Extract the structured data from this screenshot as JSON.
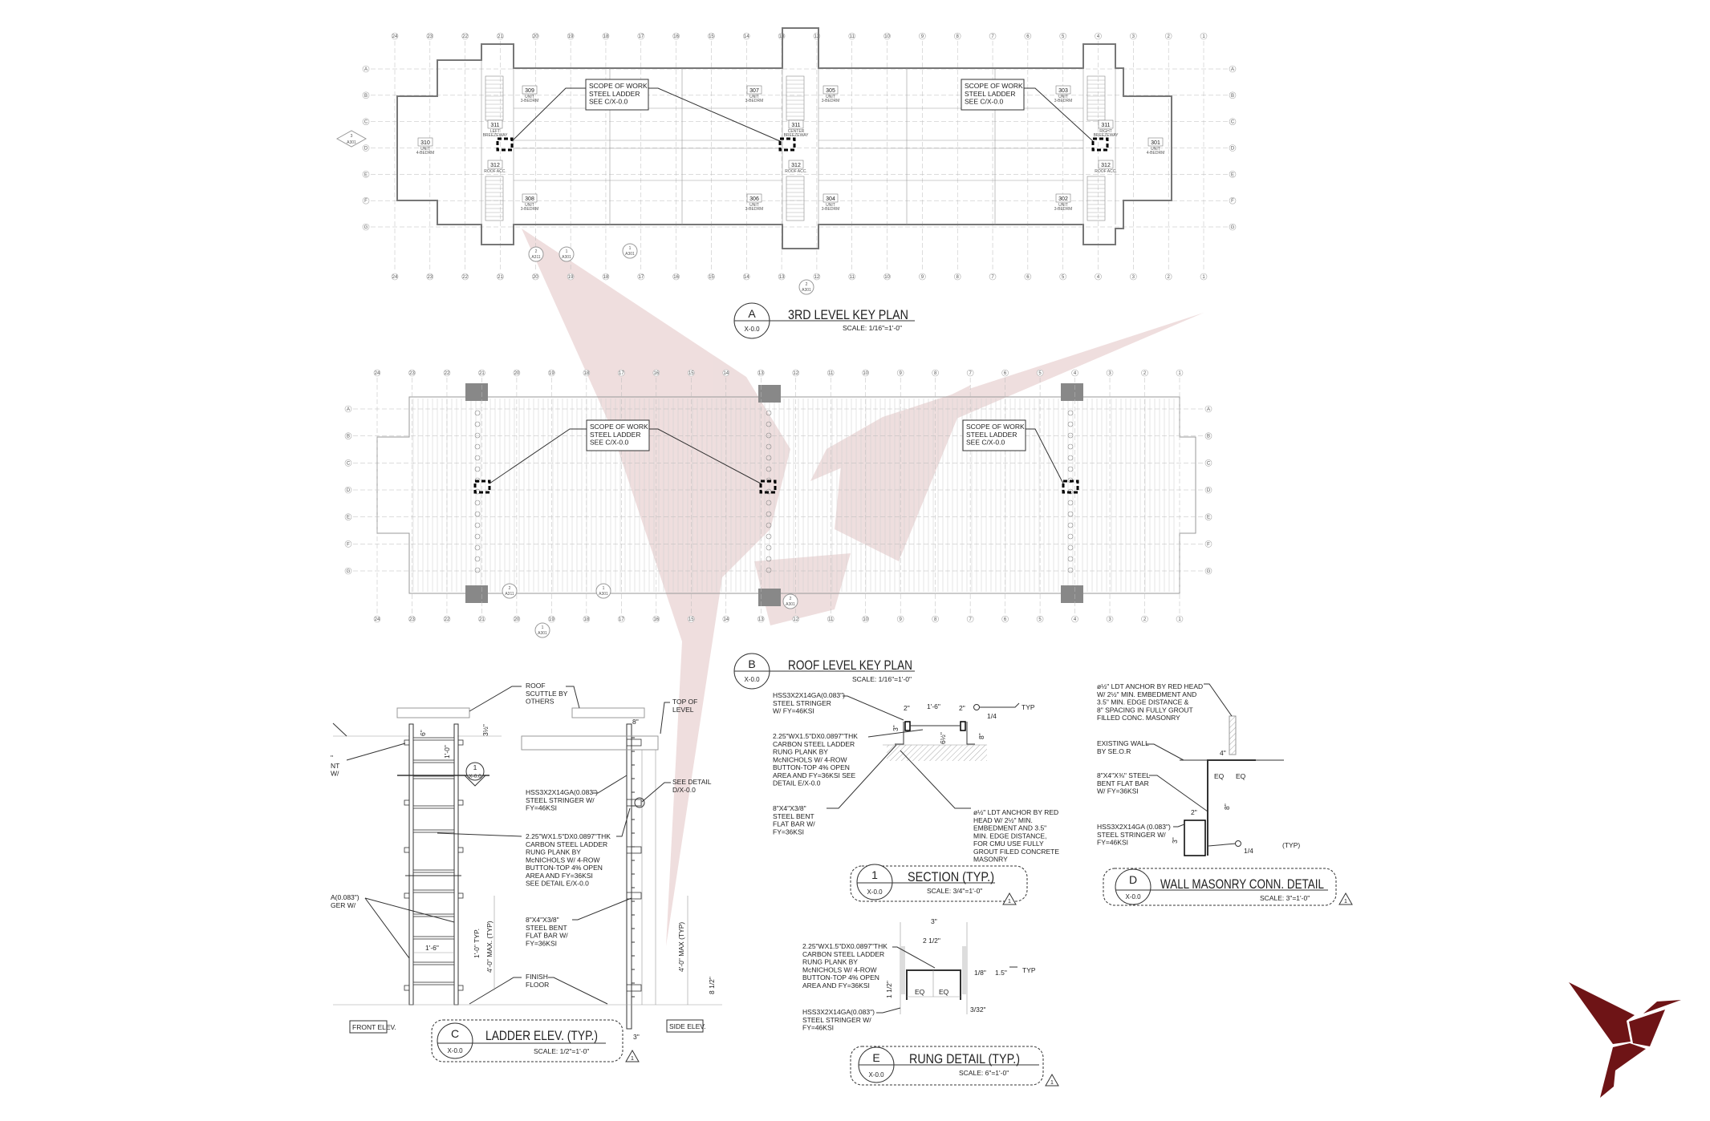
{
  "plan_a": {
    "bubble_letter": "A",
    "bubble_sheet": "X-0.0",
    "title": "3RD LEVEL KEY PLAN",
    "scale": "SCALE: 1/16\"=1'-0\"",
    "columns": [
      "24",
      "23",
      "22",
      "21",
      "20",
      "19",
      "18",
      "17",
      "16",
      "15",
      "14",
      "13",
      "12",
      "11",
      "10",
      "9",
      "8",
      "7",
      "6",
      "5",
      "4",
      "3",
      "2",
      "1"
    ],
    "rows": [
      "A",
      "B",
      "C",
      "D",
      "E",
      "F",
      "G"
    ],
    "scope_notes": [
      [
        "SCOPE OF WORK:",
        "STEEL LADDER",
        "SEE C/X-0.0"
      ],
      [
        "SCOPE OF WORK:",
        "STEEL LADDER",
        "SEE C/X-0.0"
      ]
    ],
    "rooms": [
      {
        "num": "310",
        "type": "UNIT",
        "sub": "4-BEDRM"
      },
      {
        "num": "309",
        "type": "UNIT",
        "sub": "3-BEDRM"
      },
      {
        "num": "308",
        "type": "UNIT",
        "sub": "3-BEDRM"
      },
      {
        "num": "307",
        "type": "UNIT",
        "sub": "3-BEDRM"
      },
      {
        "num": "306",
        "type": "UNIT",
        "sub": "3-BEDRM"
      },
      {
        "num": "305",
        "type": "UNIT",
        "sub": "3-BEDRM"
      },
      {
        "num": "304",
        "type": "UNIT",
        "sub": "3-BEDRM"
      },
      {
        "num": "303",
        "type": "UNIT",
        "sub": "3-BEDRM"
      },
      {
        "num": "302",
        "type": "UNIT",
        "sub": "3-BEDRM"
      },
      {
        "num": "301",
        "type": "UNIT",
        "sub": "4-BEDRM"
      },
      {
        "num": "311",
        "type": "LEFT",
        "sub": "BREEZEWAY"
      },
      {
        "num": "311",
        "type": "CENTER",
        "sub": "BREEZEWAY"
      },
      {
        "num": "311",
        "type": "RIGHT",
        "sub": "BREEZEWAY"
      },
      {
        "num": "312",
        "type": "ROOF ACC.",
        "sub": ""
      },
      {
        "num": "312",
        "type": "ROOF ACC.",
        "sub": ""
      },
      {
        "num": "312",
        "type": "ROOF ACC.",
        "sub": ""
      }
    ],
    "section_refs": [
      {
        "num": "3",
        "sheet": "A301"
      },
      {
        "num": "2",
        "sheet": "A311"
      },
      {
        "num": "1",
        "sheet": "A301"
      },
      {
        "num": "1",
        "sheet": "A301"
      },
      {
        "num": "2",
        "sheet": "A301"
      }
    ]
  },
  "plan_b": {
    "bubble_letter": "B",
    "bubble_sheet": "X-0.0",
    "title": "ROOF LEVEL KEY PLAN",
    "scale": "SCALE: 1/16\"=1'-0\"",
    "columns": [
      "24",
      "23",
      "22",
      "21",
      "20",
      "19",
      "18",
      "17",
      "16",
      "15",
      "14",
      "13",
      "12",
      "11",
      "10",
      "9",
      "8",
      "7",
      "6",
      "5",
      "4",
      "3",
      "2",
      "1"
    ],
    "rows": [
      "A",
      "B",
      "C",
      "D",
      "E",
      "F",
      "G"
    ],
    "scope_notes": [
      [
        "SCOPE OF WORK:",
        "STEEL LADDER",
        "SEE C/X-0.0"
      ],
      [
        "SCOPE OF WORK:",
        "STEEL LADDER",
        "SEE C/X-0.0"
      ]
    ],
    "section_refs": [
      {
        "num": "2",
        "sheet": "A311"
      },
      {
        "num": "1",
        "sheet": "A301"
      },
      {
        "num": "1",
        "sheet": "A301"
      },
      {
        "num": "2",
        "sheet": "A301"
      }
    ]
  },
  "detail_c": {
    "bubble_letter": "C",
    "bubble_sheet": "X-0.0",
    "title": "LADDER ELEV. (TYP.)",
    "scale": "SCALE: 1/2\"=1'-0\"",
    "revision": "1",
    "front_label": "FRONT ELEV.",
    "side_label": "SIDE ELEV.",
    "section_bubble": {
      "num": "1",
      "sheet": "X-0.0"
    },
    "notes": {
      "scuttle": [
        "ROOF",
        "SCUTTLE BY",
        "OTHERS"
      ],
      "top_level": [
        "TOP OF",
        "LEVEL"
      ],
      "see_detail": [
        "SEE DETAIL",
        "D/X-0.0"
      ],
      "stringer": [
        "HSS3X2X14GA(0.083\")",
        "STEEL STRINGER W/",
        "FY=46KSI"
      ],
      "rung": [
        "2.25\"WX1.5\"DX0.0897\"THK",
        "CARBON STEEL LADDER",
        "RUNG PLANK BY",
        "McNICHOLS W/ 4-ROW",
        "BUTTON-TOP 4% OPEN",
        "AREA AND FY=36KSI",
        "SEE DETAIL E/X-0.0"
      ],
      "flatbar": [
        "8\"X4\"X3/8\"",
        "STEEL BENT",
        "FLAT BAR W/",
        "FY=36KSI"
      ],
      "finish": [
        "FINISH",
        "FLOOR"
      ],
      "left_cut_a": [
        "\"",
        "NT",
        "W/"
      ],
      "left_cut_b": [
        "A(0.083\")",
        "GER W/"
      ]
    },
    "dims": {
      "six": "6\"",
      "three_half": "3½\"",
      "one_foot": "1'-0\"",
      "width": "1'-6\"",
      "rung_spacing": "1'-0\" TYP.",
      "max_front": "4'-0\" MAX. (TYP)",
      "eight": "8\"",
      "max_side": "4'-0\" MAX (TYP)",
      "eight_half": "8 1/2\"",
      "three": "3\""
    }
  },
  "detail_1": {
    "bubble_letter": "1",
    "bubble_sheet": "X-0.0",
    "title": "SECTION (TYP.)",
    "scale": "SCALE: 3/4\"=1'-0\"",
    "revision": "1",
    "notes": {
      "stringer": [
        "HSS3X2X14GA(0.083\")",
        "STEEL STRINGER",
        "W/ FY=46KSI"
      ],
      "rung": [
        "2.25\"WX1.5\"DX0.0897\"THK",
        "CARBON STEEL LADDER",
        "RUNG PLANK BY",
        "McNICHOLS W/ 4-ROW",
        "BUTTON-TOP 4% OPEN",
        "AREA AND FY=36KSI SEE",
        "DETAIL E/X-0.0"
      ],
      "flatbar": [
        "8\"X4\"X3/8\"",
        "STEEL BENT",
        "FLAT BAR W/",
        "FY=36KSI"
      ],
      "anchor": [
        "ø½\" LDT ANCHOR BY RED",
        "HEAD W/ 2½\" MIN.",
        "EMBEDMENT AND 3.5\"",
        "MIN. EDGE DISTANCE,",
        "FOR CMU USE FULLY",
        "GROUT FILED CONCRETE",
        "MASONRY"
      ]
    },
    "dims": {
      "two_l": "2\"",
      "width": "1'-6\"",
      "two_r": "2\"",
      "three": "3\"",
      "six_half": "6½\"",
      "eight": "8\"",
      "weld": "1/4",
      "typ": "TYP"
    }
  },
  "detail_d": {
    "bubble_letter": "D",
    "bubble_sheet": "X-0.0",
    "title": "WALL MASONRY CONN. DETAIL",
    "scale": "SCALE: 3\"=1'-0\"",
    "revision": "1",
    "notes": {
      "anchor": [
        "ø½\" LDT ANCHOR BY RED HEAD",
        "W/ 2½\" MIN. EMBEDMENT AND",
        "3.5\" MIN. EDGE DISTANCE &",
        "8\" SPACING IN FULLY GROUT",
        "FILLED CONC. MASONRY"
      ],
      "wall": [
        "EXISTING WALL",
        "BY SE.O.R"
      ],
      "flatbar": [
        "8\"X4\"X⅜\" STEEL",
        "BENT FLAT BAR",
        "W/ FY=36KSI"
      ],
      "stringer": [
        "HSS3X2X14GA (0.083\")",
        "STEEL STRINGER W/",
        "FY=46KSI"
      ]
    },
    "dims": {
      "four": "4\"",
      "eq1": "EQ",
      "eq2": "EQ",
      "eight": "8\"",
      "two": "2\"",
      "three": "3\"",
      "weld": "1/4",
      "typ": "(TYP)"
    }
  },
  "detail_e": {
    "bubble_letter": "E",
    "bubble_sheet": "X-0.0",
    "title": "RUNG DETAIL (TYP.)",
    "scale": "SCALE: 6\"=1'-0\"",
    "revision": "1",
    "notes": {
      "rung": [
        "2.25\"WX1.5\"DX0.0897\"THK",
        "CARBON STEEL LADDER",
        "RUNG PLANK BY",
        "McNICHOLS W/ 4-ROW",
        "BUTTON-TOP 4% OPEN",
        "AREA AND FY=36KSI"
      ],
      "stringer": [
        "HSS3X2X14GA(0.083\")",
        "STEEL STRINGER W/",
        "FY=46KSI"
      ]
    },
    "dims": {
      "three": "3\"",
      "two_half": "2 1/2\"",
      "one_half": "1 1/2\"",
      "eq1": "EQ",
      "eq2": "EQ",
      "gap": "3/32\"",
      "weld": "1/8\"",
      "weld_len": "1.5\"",
      "typ": "TYP"
    }
  },
  "colors": {
    "logo": "#6e1416",
    "watermark": "#e9d3d3",
    "line": "#333333"
  }
}
